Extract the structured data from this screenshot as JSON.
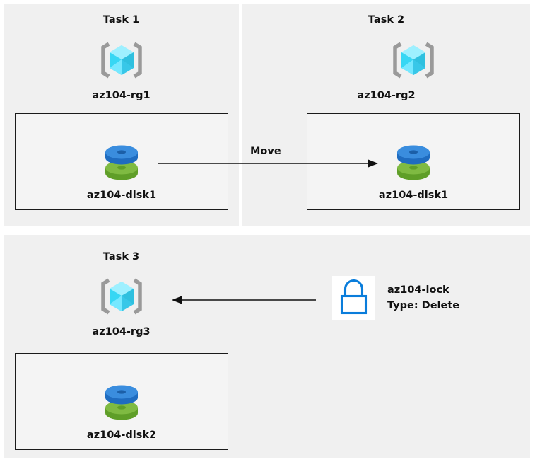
{
  "diagram": {
    "background": "#ffffff",
    "panel_bg": "#f0f0f0",
    "box_border": "#1a1a1a",
    "accent_cube": "#50e6ff",
    "accent_disk_blue": "#3a8dde",
    "accent_disk_green": "#7fba42",
    "accent_lock": "#0a7ddb"
  },
  "panels": [
    {
      "id": "task1",
      "title": "Task 1",
      "resource_group": {
        "label": "az104-rg1",
        "icon": "resource-group-icon"
      },
      "inner": {
        "resource_label": "az104-disk1",
        "icon": "managed-disk-icon"
      }
    },
    {
      "id": "task2",
      "title": "Task 2",
      "resource_group": {
        "label": "az104-rg2",
        "icon": "resource-group-icon"
      },
      "inner": {
        "resource_label": "az104-disk1",
        "icon": "managed-disk-icon"
      }
    },
    {
      "id": "task3",
      "title": "Task 3",
      "resource_group": {
        "label": "az104-rg3",
        "icon": "resource-group-icon"
      },
      "inner": {
        "resource_label": "az104-disk2",
        "icon": "managed-disk-icon"
      }
    }
  ],
  "connectors": [
    {
      "id": "move-arrow",
      "label": "Move",
      "direction": "right"
    },
    {
      "id": "lock-arrow",
      "label": "",
      "direction": "left"
    }
  ],
  "lock": {
    "icon": "lock-icon",
    "name": "az104-lock",
    "type_line": "Type: Delete"
  }
}
